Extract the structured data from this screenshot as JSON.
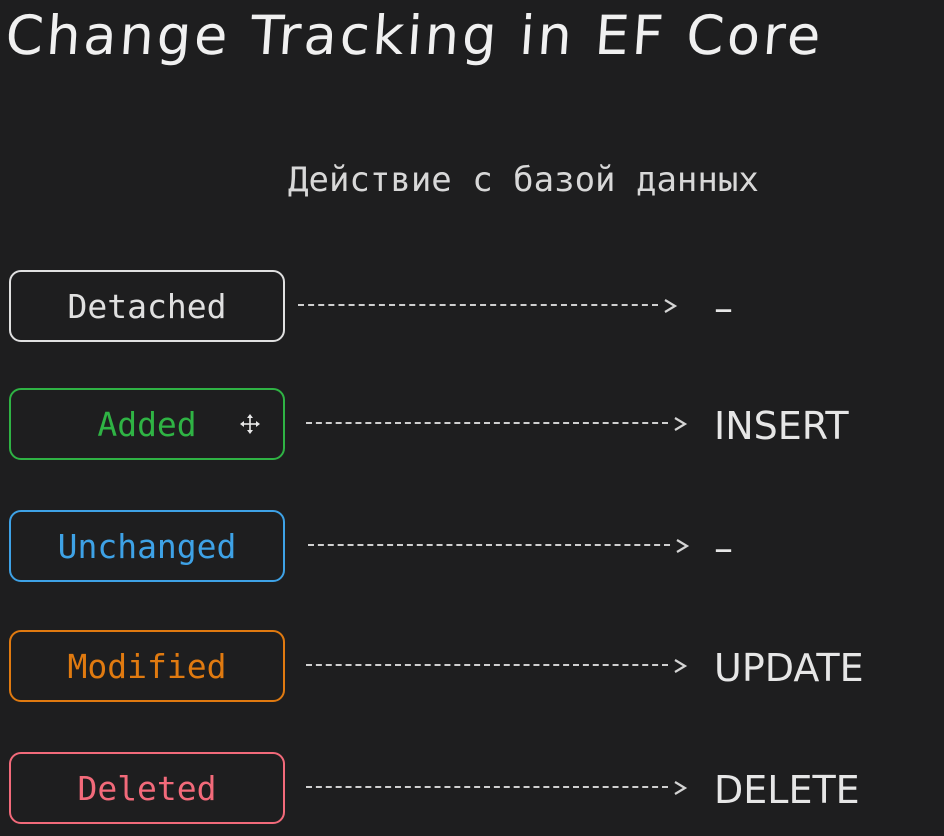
{
  "title": "Change Tracking in EF Core",
  "column_header": "Действие с базой данных",
  "colors": {
    "background": "#1e1e1f",
    "detached": "#e0e0e0",
    "added": "#2fb344",
    "unchanged": "#3ea2e6",
    "modified": "#e07a10",
    "deleted": "#f26a7a"
  },
  "rows": [
    {
      "state": "Detached",
      "action": "–"
    },
    {
      "state": "Added",
      "action": "INSERT"
    },
    {
      "state": "Unchanged",
      "action": "–"
    },
    {
      "state": "Modified",
      "action": "UPDATE"
    },
    {
      "state": "Deleted",
      "action": "DELETE"
    }
  ]
}
